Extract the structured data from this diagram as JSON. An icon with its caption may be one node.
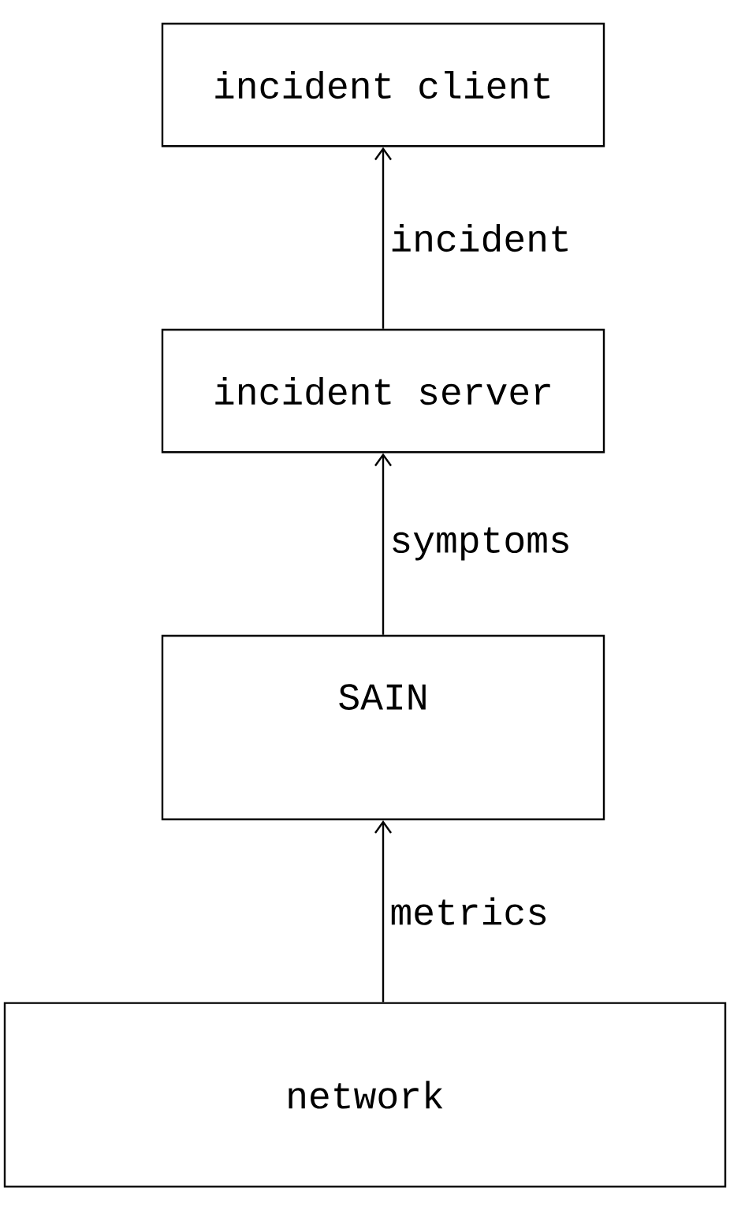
{
  "diagram": {
    "nodes": [
      {
        "text": [
          "incident client"
        ]
      },
      {
        "text": [
          "incident server"
        ]
      },
      {
        "text": [
          "SAIN"
        ]
      },
      {
        "text": [
          "network"
        ]
      }
    ],
    "edges": [
      {
        "from": 1,
        "to": 0,
        "arrow": "to",
        "label": "incident"
      },
      {
        "from": 2,
        "to": 1,
        "arrow": "to",
        "label": "symptoms"
      },
      {
        "from": 3,
        "to": 2,
        "arrow": "to",
        "label": "metrics"
      }
    ]
  }
}
